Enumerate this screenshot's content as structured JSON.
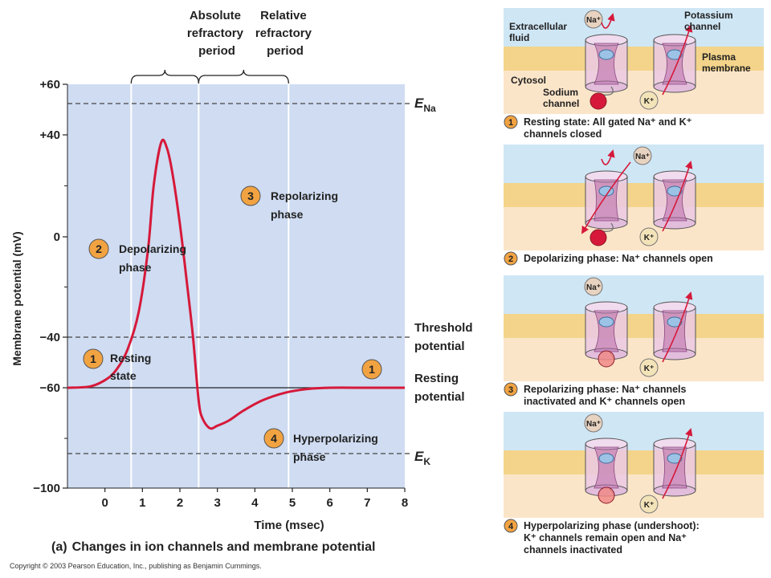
{
  "panel_a": {
    "caption_prefix": "(a)",
    "caption_text": "Changes in ion channels and membrane potential",
    "y_axis_label": "Membrane potential (mV)",
    "x_axis_label": "Time (msec)",
    "y_ticks": [
      "+60",
      "+40",
      "0",
      "−40",
      "−60",
      "−100"
    ],
    "x_ticks": [
      "0",
      "1",
      "2",
      "3",
      "4",
      "5",
      "6",
      "7",
      "8"
    ],
    "absolute_refractory": [
      "Absolute",
      "refractory",
      "period"
    ],
    "relative_refractory": [
      "Relative",
      "refractory",
      "period"
    ],
    "e_na": "E",
    "e_na_sub": "Na",
    "e_k": "E",
    "e_k_sub": "K",
    "threshold": [
      "Threshold",
      "potential"
    ],
    "resting_potential": [
      "Resting",
      "potential"
    ],
    "phases": [
      {
        "num": "1",
        "lines": [
          "Resting",
          "state"
        ]
      },
      {
        "num": "2",
        "lines": [
          "Depolarizing",
          "phase"
        ]
      },
      {
        "num": "3",
        "lines": [
          "Repolarizing",
          "phase"
        ]
      },
      {
        "num": "4",
        "lines": [
          "Hyperpolarizing",
          "phase"
        ]
      },
      {
        "num": "1",
        "lines": []
      }
    ],
    "colors": {
      "plot_bg": "#cfdcf2",
      "curve": "#d6193a",
      "badge": "#f2a341"
    }
  },
  "panel_b": {
    "labels": {
      "extracellular": [
        "Extracellular",
        "fluid"
      ],
      "cytosol": "Cytosol",
      "sodium_channel": [
        "Sodium",
        "channel"
      ],
      "potassium_channel": [
        "Potassium",
        "channel"
      ],
      "plasma_membrane": [
        "Plasma",
        "membrane"
      ],
      "na_ion": "Na⁺",
      "k_ion": "K⁺"
    },
    "steps": [
      {
        "num": "1",
        "lines": [
          "Resting state: All gated Na⁺ and K⁺",
          "channels closed"
        ]
      },
      {
        "num": "2",
        "lines": [
          "Depolarizing phase: Na⁺ channels open"
        ]
      },
      {
        "num": "3",
        "lines": [
          "Repolarizing phase: Na⁺ channels",
          "inactivated and K⁺ channels open"
        ]
      },
      {
        "num": "4",
        "lines": [
          "Hyperpolarizing phase (undershoot):",
          "K⁺ channels remain open and Na⁺",
          "channels inactivated"
        ]
      }
    ]
  },
  "copyright": "Copyright © 2003 Pearson Education, Inc., publishing as Benjamin Cummings.",
  "chart_data": {
    "type": "line",
    "xlabel": "Time (msec)",
    "ylabel": "Membrane potential (mV)",
    "xlim": [
      -1,
      8
    ],
    "ylim": [
      -100,
      60
    ],
    "x_ticks": [
      0,
      1,
      2,
      3,
      4,
      5,
      6,
      7,
      8
    ],
    "y_ticks": [
      60,
      40,
      0,
      -40,
      -60,
      -100
    ],
    "reference_lines": {
      "E_Na": 55,
      "threshold": -40,
      "resting": -60,
      "E_K": -86
    },
    "refractory_periods": {
      "absolute": [
        0.7,
        2.5
      ],
      "relative": [
        2.5,
        4.9
      ]
    },
    "series": [
      {
        "x": [
          -1,
          -0.4,
          0,
          0.3,
          0.6,
          0.9,
          1.15,
          1.3,
          1.5,
          1.65,
          1.8,
          2.0,
          2.2,
          2.35,
          2.5,
          2.6,
          2.8,
          3.0,
          3.3,
          3.7,
          4.2,
          4.8,
          5.4,
          6.0,
          7.0,
          8.0
        ],
        "y": [
          -60,
          -59.5,
          -57,
          -53,
          -45,
          -30,
          -5,
          20,
          37,
          35,
          25,
          5,
          -20,
          -40,
          -65,
          -72,
          -76,
          -75,
          -73,
          -69,
          -65,
          -62,
          -60.5,
          -60,
          -60,
          -60
        ]
      }
    ]
  }
}
